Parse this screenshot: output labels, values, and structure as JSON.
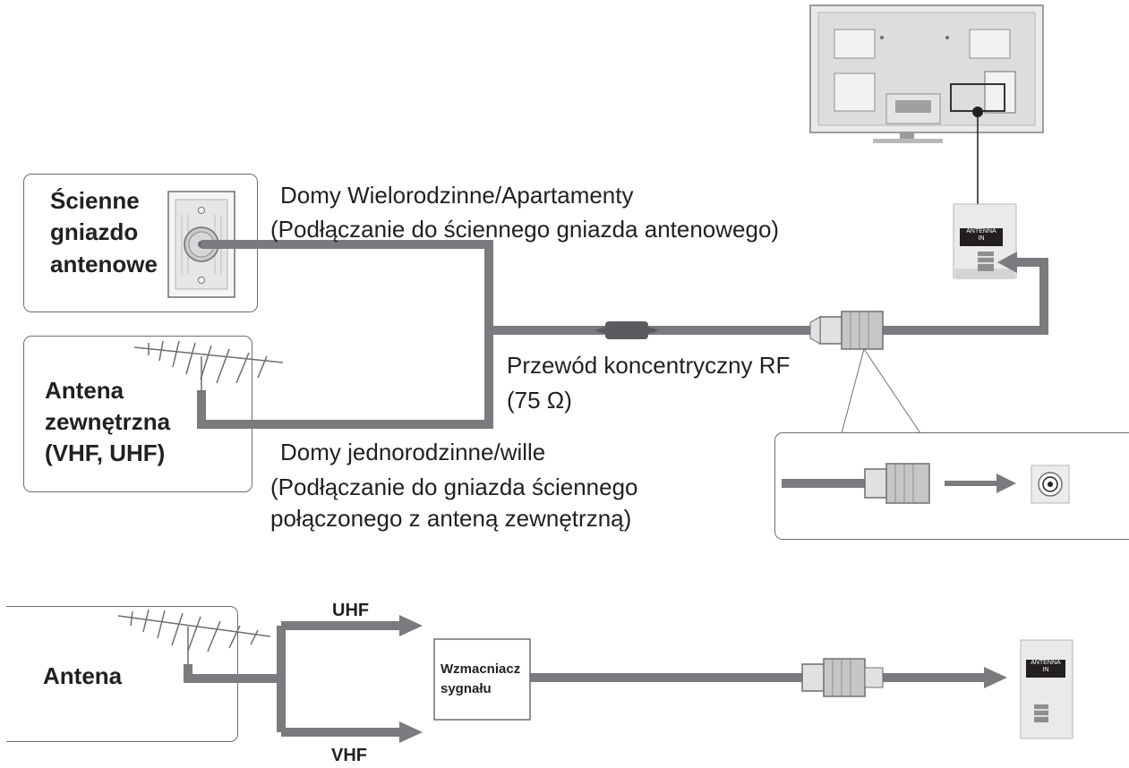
{
  "wall_socket": {
    "label_line1": "Ścienne",
    "label_line2": "gniazdo",
    "label_line3": "antenowe"
  },
  "outdoor_antenna": {
    "label_line1": "Antena",
    "label_line2": "zewnętrzna",
    "label_line3": "(VHF, UHF)"
  },
  "apartment": {
    "line1": "Domy Wielorodzinne/Apartamenty",
    "line2": "(Podłączanie do ściennego gniazda antenowego)"
  },
  "cable": {
    "line1": "Przewód koncentryczny RF",
    "line2": "(75 Ω)"
  },
  "house": {
    "line1": "Domy jednorodzinne/wille",
    "line2": "(Podłączanie do gniazda ściennego",
    "line3": "połączonego z anteną zewnętrzną)"
  },
  "tv_port": {
    "label": "ANTENNA\nIN"
  },
  "amplifier_section": {
    "antenna_label": "Antena",
    "uhf_label": "UHF",
    "vhf_label": "VHF",
    "amplifier_line1": "Wzmacniacz",
    "amplifier_line2": "sygnału",
    "port_label": "ANTENNA\nIN"
  },
  "colors": {
    "cable": "#7a7b7e",
    "border": "#6d6e71",
    "text": "#231f20"
  }
}
